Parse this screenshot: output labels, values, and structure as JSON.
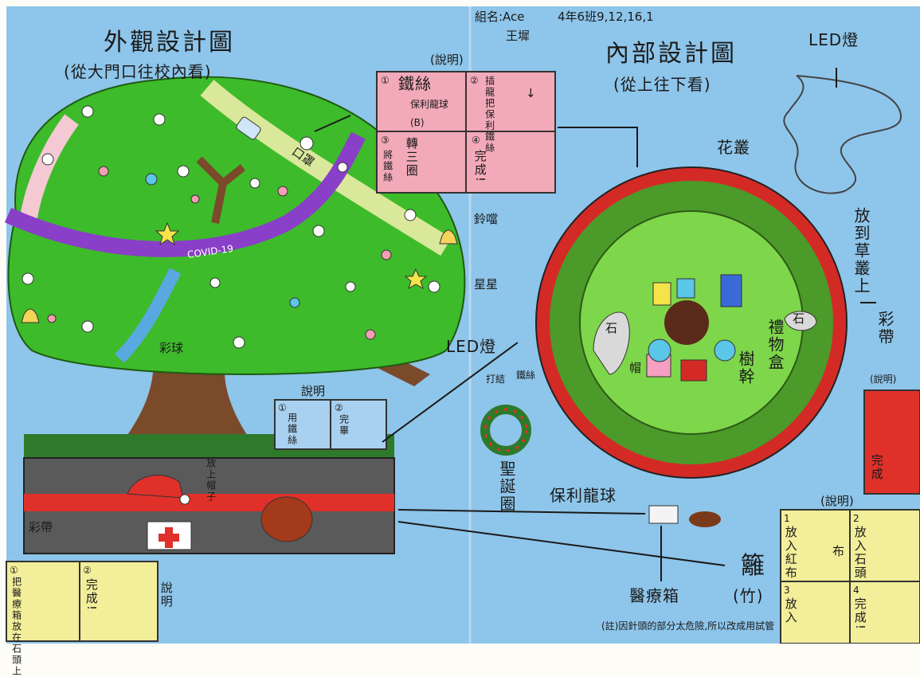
{
  "header": {
    "group": "組名:Ace",
    "class_info": "4年6班9,12,16,1",
    "author": "王墀"
  },
  "left": {
    "title": "外觀設計圖",
    "subtitle": "(從大門口往校內看)",
    "explain_box": {
      "title": "(說明)",
      "steps": [
        {
          "num": "①",
          "text": "鐵絲",
          "extra": "保利龍球",
          "note": "(B)"
        },
        {
          "num": "②",
          "text": "插龍把保利鐵絲",
          "extra": "↓"
        },
        {
          "num": "③",
          "text": "將鐵絲",
          "extra": "轉三圈"
        },
        {
          "num": "④",
          "text": "完成!",
          "extra": ""
        }
      ]
    },
    "labels": {
      "mouth_mask": "口罩",
      "covid": "COVID-19",
      "bell": "鈴噹",
      "star": "星星",
      "ball": "彩球",
      "led": "LED燈",
      "ribbon": "彩帶",
      "put_hat": "放上帽子"
    },
    "explain_small": {
      "title": "說明",
      "steps": [
        {
          "num": "①",
          "text": "用鐵絲"
        },
        {
          "num": "②",
          "text": "完畢"
        }
      ]
    },
    "explain_bottom": {
      "label": "說明",
      "steps": [
        {
          "num": "①",
          "text": "把醫療箱放在石頭上"
        },
        {
          "num": "②",
          "text": "完成!"
        }
      ]
    }
  },
  "right": {
    "title": "內部設計圖",
    "subtitle": "(從上往下看)",
    "labels": {
      "flower": "花叢",
      "led_top": "LED燈",
      "place_on": "放到草叢上",
      "ribbon": "彩帶",
      "stone": "石",
      "gift": "禮物盒",
      "trunk": "樹幹",
      "hat": "帽",
      "stone2": "石"
    },
    "bottom_labels": {
      "wreath": "聖誕圈",
      "twist": "打結",
      "wire": "鐵絲",
      "foam_ball": "保利龍球",
      "medical_box": "醫療箱",
      "bamboo": "籬",
      "bamboo_note": "(竹)"
    },
    "explain_right": {
      "title": "(說明)",
      "steps": [
        {
          "num": "1",
          "text": "放入紅布",
          "extra": "布"
        },
        {
          "num": "2",
          "text": "放入石頭"
        },
        {
          "num": "3",
          "text": "放入"
        },
        {
          "num": "4",
          "text": "完成!"
        }
      ]
    },
    "side_box": {
      "title": "(說明)",
      "text": "完成"
    },
    "footnote": "(註)因針頭的部分太危險,所以改成用試管"
  },
  "colors": {
    "sky": "#8ec5ea",
    "tree_green": "#3dbb2a",
    "trunk_brown": "#7a4a2a",
    "ribbon_purple": "#8a3fc8",
    "ring_red": "#d42a26",
    "pink_box": "#f2a9b8"
  }
}
